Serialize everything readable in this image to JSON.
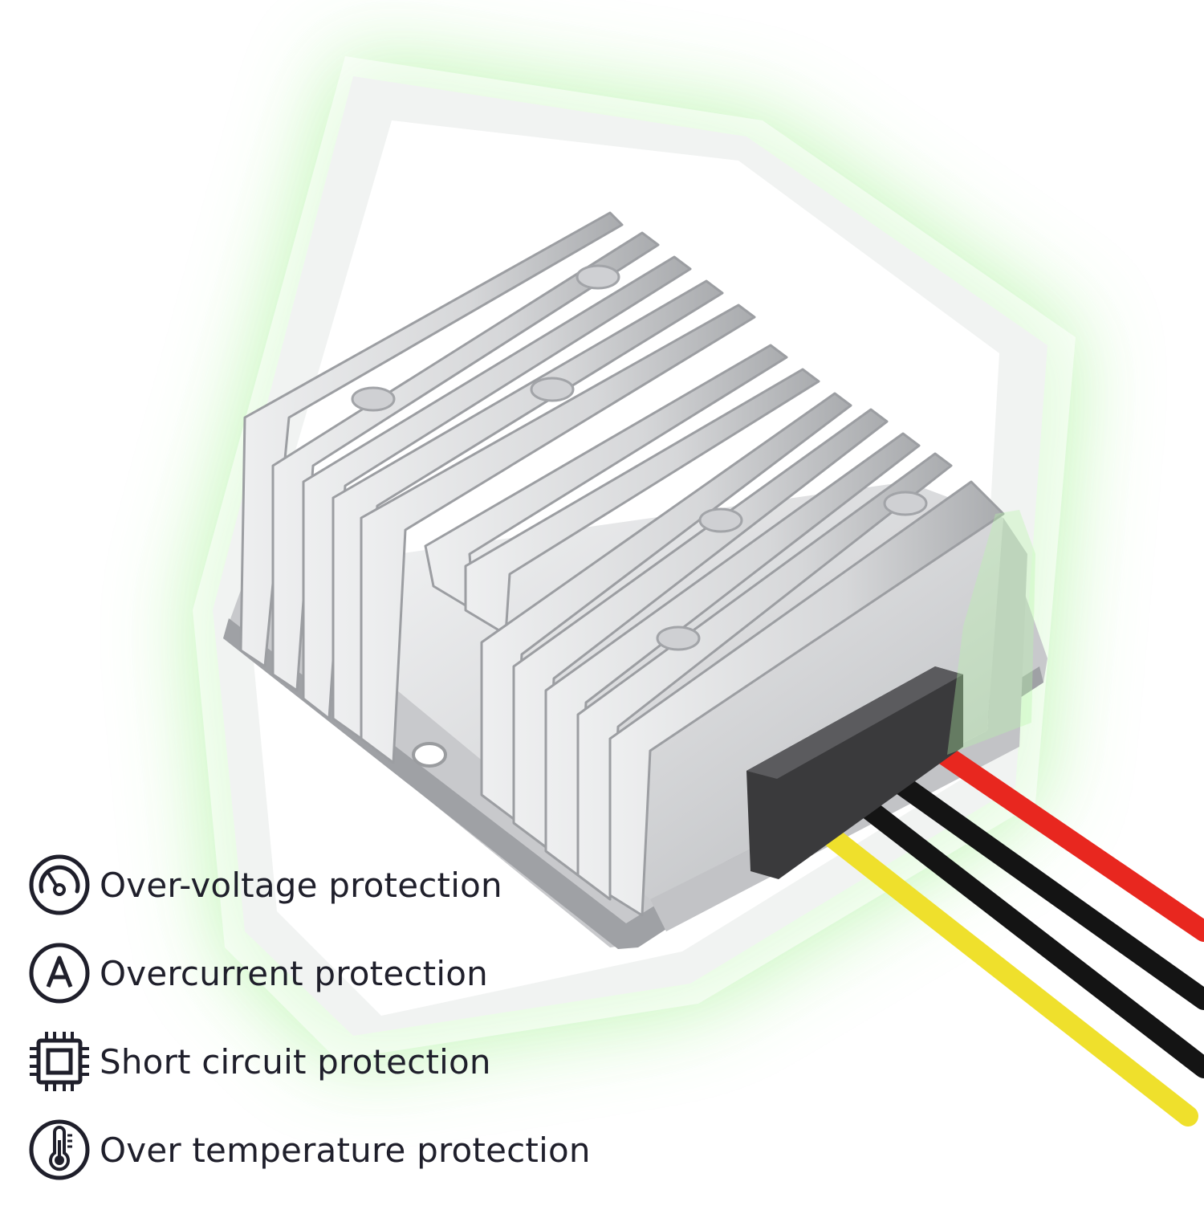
{
  "colors": {
    "glow": "#b6f5a8",
    "shield": "#f1f3f2",
    "housing": "#d9dadc",
    "text": "#1f1f2b",
    "wire_red": "#e8271f",
    "wire_black": "#141414",
    "wire_yellow": "#efe02c"
  },
  "features": [
    {
      "label": "Over-voltage protection",
      "icon": "gauge-icon"
    },
    {
      "label": "Overcurrent protection",
      "icon": "ampere-icon"
    },
    {
      "label": "Short circuit protection",
      "icon": "chip-icon"
    },
    {
      "label": "Over temperature protection",
      "icon": "thermometer-icon"
    }
  ]
}
